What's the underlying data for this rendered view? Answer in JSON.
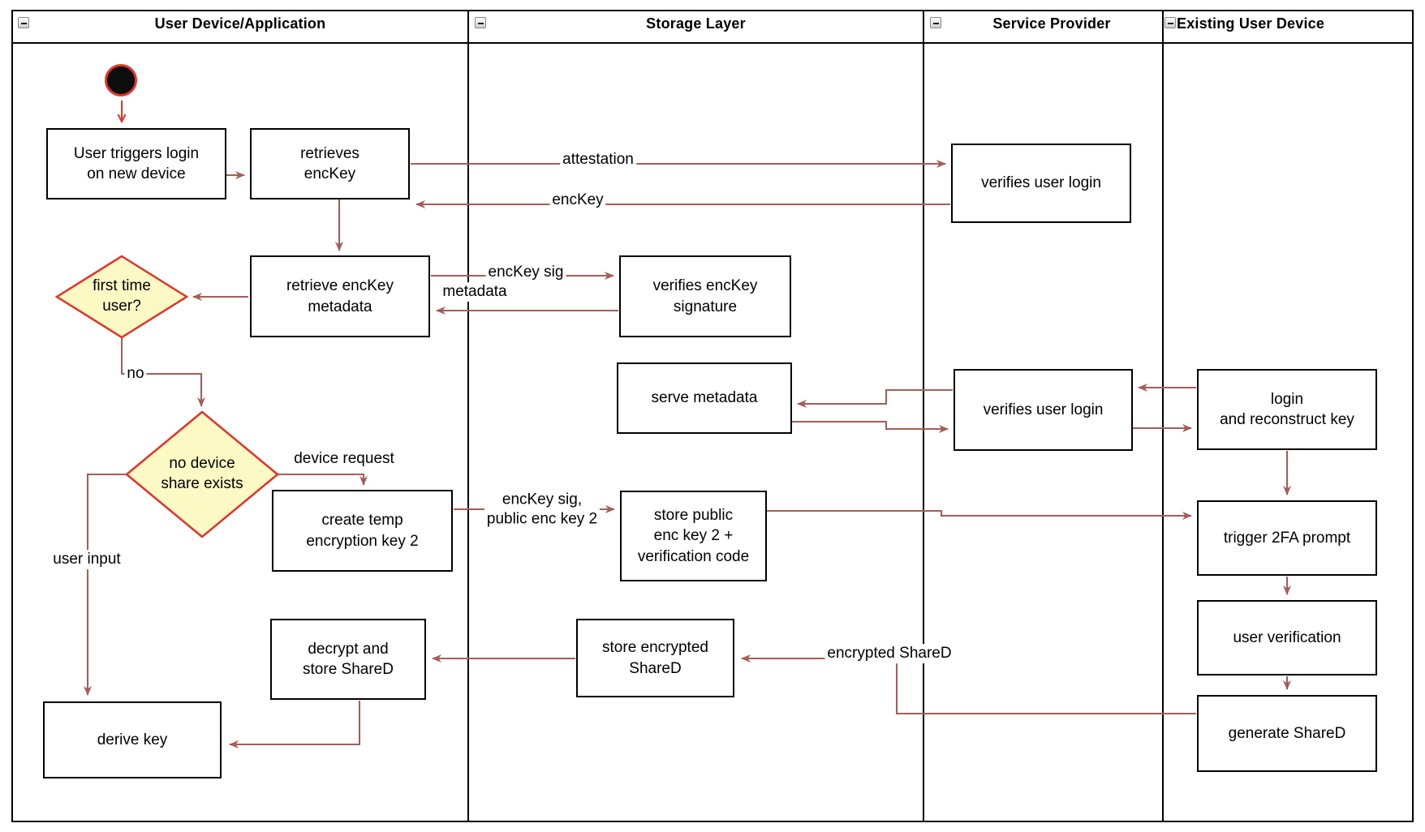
{
  "colors": {
    "connector": "#a65c57",
    "accent_red": "#e3362b",
    "decision_fill": "#fcf9c4",
    "decision_border": "#e53228",
    "node_border": "#000000",
    "background": "#ffffff"
  },
  "lanes": [
    {
      "title": "User Device/Application"
    },
    {
      "title": "Storage Layer"
    },
    {
      "title": "Service Provider"
    },
    {
      "title": "Existing User Device"
    }
  ],
  "nodes": {
    "user_triggers_login": "User triggers login\non new device",
    "retrieves_enckey": "retrieves\nencKey",
    "retrieve_enckey_metadata": "retrieve encKey\nmetadata",
    "first_time_user": "first time\nuser?",
    "no_device_share_exists": "no device\nshare exists",
    "create_temp_key": "create temp\nencryption key 2",
    "decrypt_store_shared": "decrypt and\nstore ShareD",
    "derive_key": "derive key",
    "verifies_enckey_signature": "verifies encKey\nsignature",
    "serve_metadata": "serve metadata",
    "store_public_key": "store public\nenc key 2 +\nverification code",
    "store_encrypted_shared": "store encrypted\nShareD",
    "verifies_user_login_top": "verifies user login",
    "verifies_user_login_mid": "verifies user login",
    "login_reconstruct": "login\nand reconstruct key",
    "trigger_2fa": "trigger 2FA prompt",
    "user_verification": "user verification",
    "generate_shared": "generate ShareD"
  },
  "edge_labels": {
    "attestation": "attestation",
    "enckey": "encKey",
    "enckey_sig": "encKey sig",
    "metadata": "metadata",
    "no": "no",
    "device_request": "device request",
    "enckey_sig_public_key": "encKey sig,\npublic enc key 2",
    "user_input": "user input",
    "encrypted_shared": "encrypted ShareD"
  }
}
